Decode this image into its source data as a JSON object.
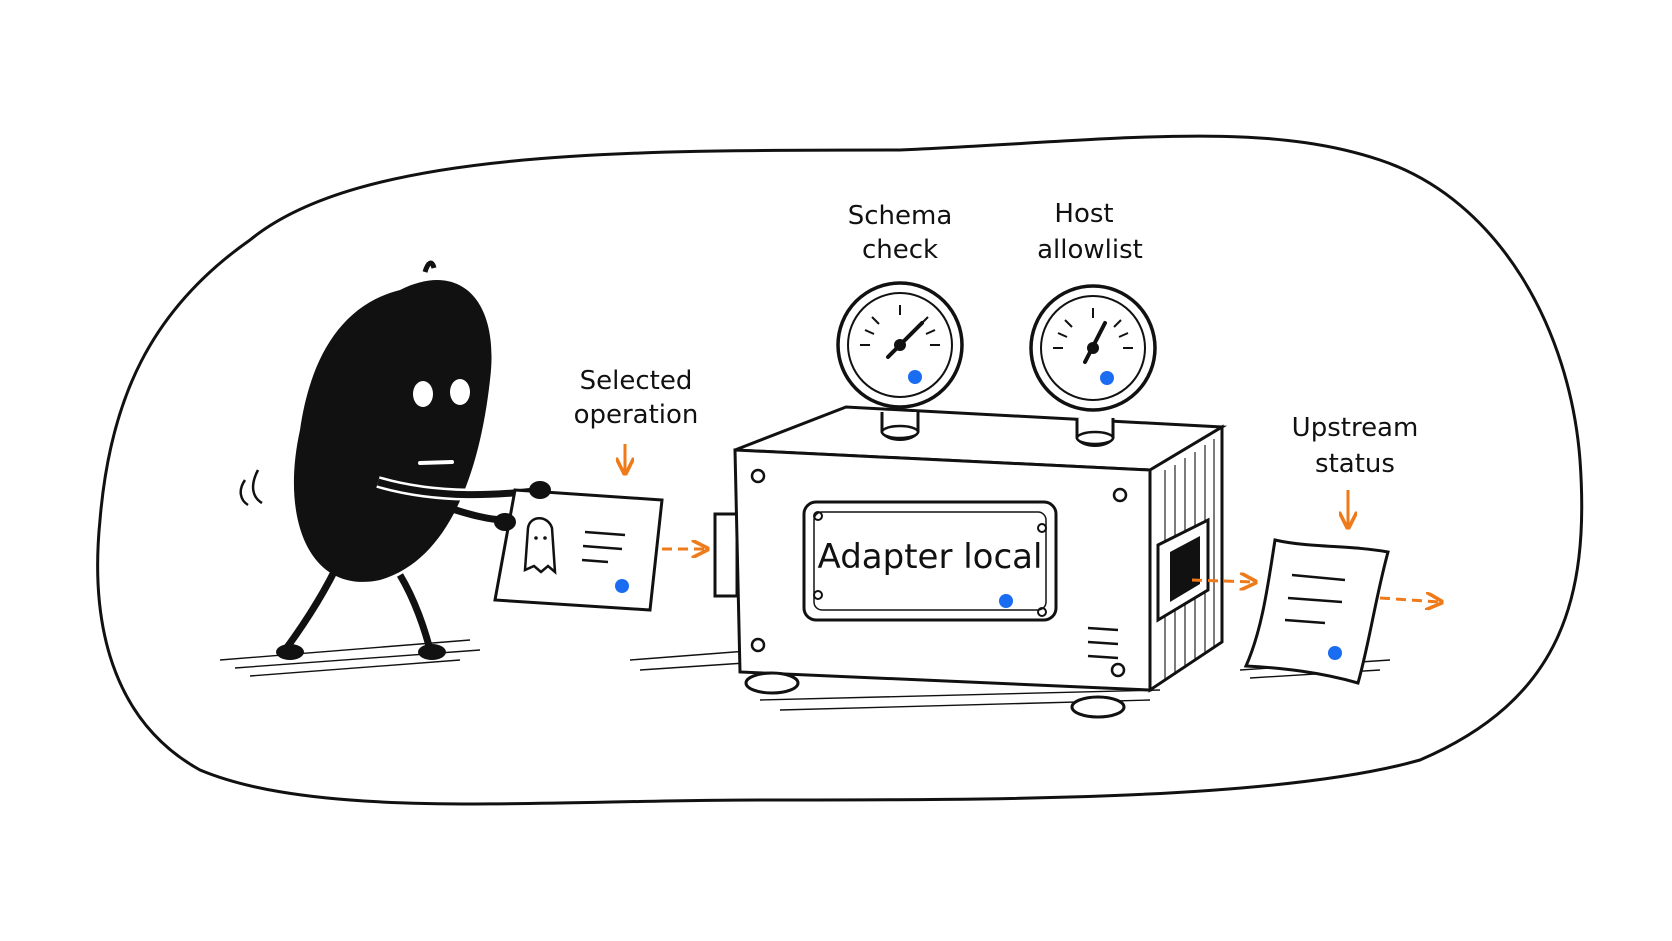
{
  "labels": {
    "selected_operation": [
      "Selected",
      "operation"
    ],
    "schema_check": [
      "Schema",
      "check"
    ],
    "host_allowlist": [
      "Host",
      "allowlist"
    ],
    "upstream_status": [
      "Upstream",
      "status"
    ],
    "adapter": "Adapter local"
  },
  "colors": {
    "ink": "#111111",
    "paper": "#ffffff",
    "arrow": "#ef7a1a",
    "dot": "#1a6cf0"
  }
}
